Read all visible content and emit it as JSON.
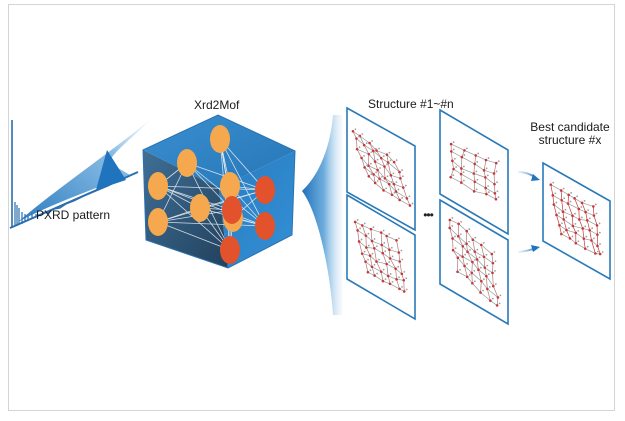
{
  "figure": {
    "labels": {
      "pxrd": "PXRD pattern",
      "model": "Xrd2Mof",
      "structures": "Structure #1~#n",
      "best_line1": "Best candidate",
      "best_line2": "structure #x"
    },
    "ellipsis": "•••",
    "colors": {
      "frame_border": "#d4d4d4",
      "arrow_blue": "#1f74bd",
      "cube_top": "#2f86c8",
      "cube_left": "#2c4f6e",
      "cube_right": "#2d7fc0",
      "node_input": "#f5a84e",
      "node_output": "#e2522d",
      "panel_border": "#2a7ab8",
      "atom_red": "#c8383a",
      "bond_gray": "#9a9a9a"
    },
    "network": {
      "input_nodes": 7,
      "output_nodes": 4
    },
    "structure_panels": 4,
    "best_panels": 1
  }
}
